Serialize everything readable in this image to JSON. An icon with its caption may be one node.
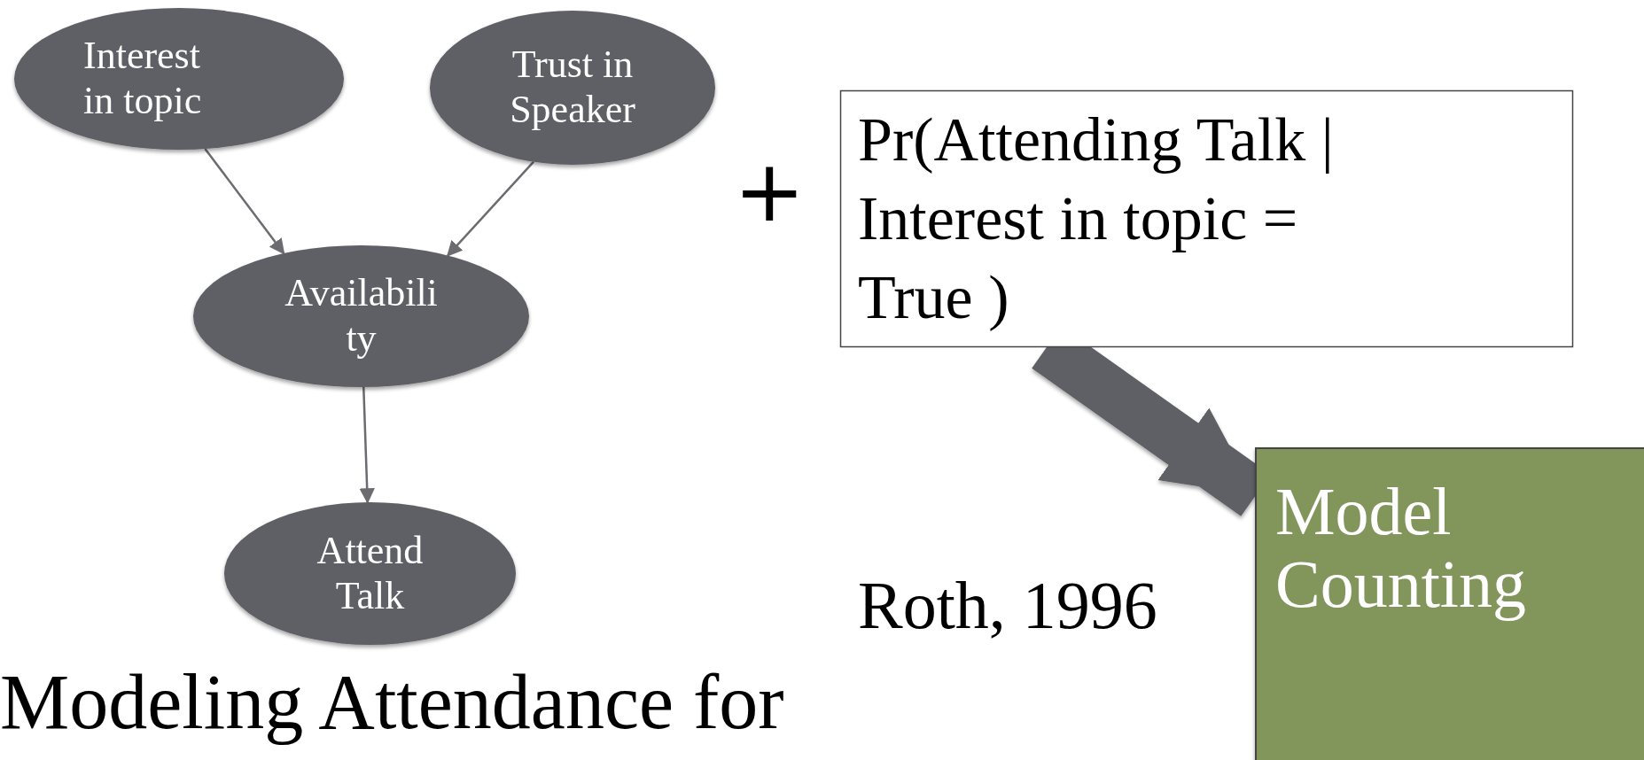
{
  "diagram": {
    "caption": "Modeling Attendance for",
    "nodes": [
      {
        "text": [
          "Interest in topic"
        ]
      },
      {
        "text": [
          "Trust in Speaker"
        ]
      },
      {
        "text": [
          "Availabili ty"
        ]
      },
      {
        "text": [
          "Attend Talk"
        ]
      },
      {
        "text": [
          "Pr(Attending Talk | Interest in topic = True )"
        ]
      },
      {
        "text": [
          "Model Counting"
        ]
      }
    ],
    "edges": [
      {
        "from": 0,
        "to": 2,
        "arrow": "to"
      },
      {
        "from": 1,
        "to": 2,
        "arrow": "to"
      },
      {
        "from": 2,
        "to": 3,
        "arrow": "to"
      },
      {
        "from": 4,
        "to": 5,
        "arrow": "to",
        "style": "thick"
      }
    ],
    "labels": [
      "+",
      "Roth, 1996"
    ]
  }
}
